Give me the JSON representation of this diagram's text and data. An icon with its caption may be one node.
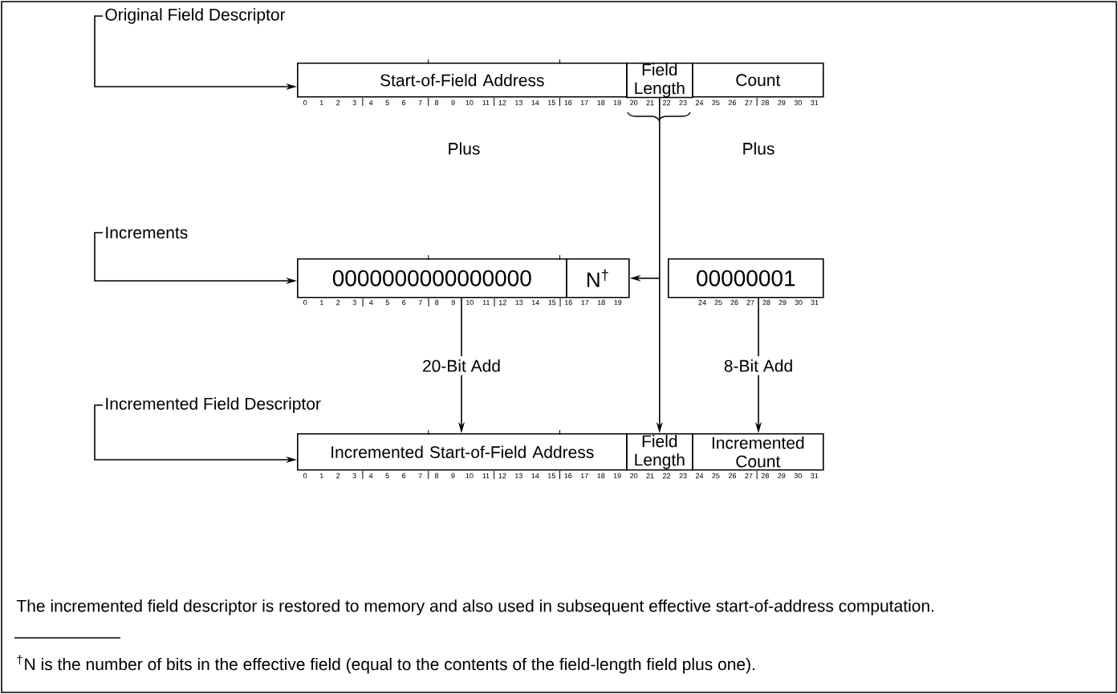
{
  "diagram": {
    "nodes": [
      {
        "text": [
          "Original Field Descriptor"
        ]
      },
      {
        "text": [
          "Start-of-Field Address"
        ]
      },
      {
        "text": [
          "Field Length"
        ]
      },
      {
        "text": [
          "Count"
        ]
      },
      {
        "text": [
          "Increments"
        ]
      },
      {
        "text": [
          "0000000000000000"
        ]
      },
      {
        "text": [
          "N$^{†}$"
        ]
      },
      {
        "text": [
          "00000001"
        ]
      },
      {
        "text": [
          "Incremented Field Descriptor"
        ]
      },
      {
        "text": [
          "Incremented Start-of-Field Address"
        ]
      },
      {
        "text": [
          "Field Length"
        ]
      },
      {
        "text": [
          "Incremented Count"
        ]
      }
    ],
    "edges": [
      {
        "from": 0,
        "to": 1,
        "arrow": "to"
      },
      {
        "from": 2,
        "to": 10,
        "arrow": "to"
      },
      {
        "from": 2,
        "to": 6,
        "arrow": "to"
      },
      {
        "from": 4,
        "to": 5,
        "arrow": "to"
      },
      {
        "from": 5,
        "to": 9,
        "arrow": "to",
        "label": "20-Bit Add"
      },
      {
        "from": 7,
        "to": 11,
        "arrow": "to",
        "label": "8-Bit Add"
      },
      {
        "from": 8,
        "to": 9,
        "arrow": "to"
      }
    ],
    "labels": [
      "0",
      "1",
      "2",
      "3",
      "4",
      "5",
      "6",
      "7",
      "8",
      "9",
      "10",
      "11",
      "12",
      "13",
      "14",
      "15",
      "16",
      "17",
      "18",
      "19",
      "20",
      "21",
      "22",
      "23",
      "24",
      "25",
      "26",
      "27",
      "28",
      "29",
      "30",
      "31",
      "0",
      "1",
      "2",
      "3",
      "4",
      "5",
      "6",
      "7",
      "8",
      "9",
      "10",
      "11",
      "12",
      "13",
      "14",
      "15",
      "16",
      "17",
      "18",
      "19",
      "24",
      "25",
      "26",
      "27",
      "28",
      "29",
      "30",
      "31",
      "0",
      "1",
      "2",
      "3",
      "4",
      "5",
      "6",
      "7",
      "8",
      "9",
      "10",
      "11",
      "12",
      "13",
      "14",
      "15",
      "16",
      "17",
      "18",
      "19",
      "20",
      "21",
      "22",
      "23",
      "24",
      "25",
      "26",
      "27",
      "28",
      "29",
      "30",
      "31",
      "Plus",
      "Plus",
      "The incremented field descriptor is restored to memory and also used in subsequent effective start-of-address computation.",
      "$^{†}$N is the number of bits in the effective field (equal to the contents of the field-length field plus one)."
    ]
  }
}
